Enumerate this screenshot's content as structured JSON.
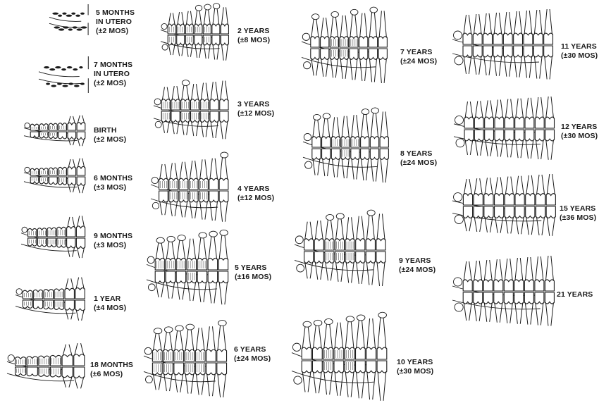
{
  "stages": [
    {
      "id": "5m-utero",
      "lines": [
        "5 MONTHS",
        "IN UTERO",
        "(±2 MOS)"
      ],
      "kind": "utero"
    },
    {
      "id": "7m-utero",
      "lines": [
        "7 MONTHS",
        "IN UTERO",
        "(±2 MOS)"
      ],
      "kind": "utero"
    },
    {
      "id": "birth",
      "lines": [
        "BIRTH",
        "(±2 MOS)"
      ],
      "kind": "infant"
    },
    {
      "id": "6m",
      "lines": [
        "6 MONTHS",
        "(±3 MOS)"
      ],
      "kind": "infant"
    },
    {
      "id": "9m",
      "lines": [
        "9 MONTHS",
        "(±3 MOS)"
      ],
      "kind": "infant"
    },
    {
      "id": "1y",
      "lines": [
        "1 YEAR",
        "(±4 MOS)"
      ],
      "kind": "infant"
    },
    {
      "id": "18m",
      "lines": [
        "18 MONTHS",
        "(±6 MOS)"
      ],
      "kind": "infant"
    },
    {
      "id": "2y",
      "lines": [
        "2 YEARS",
        "(±8 MOS)"
      ],
      "kind": "child"
    },
    {
      "id": "3y",
      "lines": [
        "3 YEARS",
        "(±12 MOS)"
      ],
      "kind": "child"
    },
    {
      "id": "4y",
      "lines": [
        "4 YEARS",
        "(±12 MOS)"
      ],
      "kind": "child"
    },
    {
      "id": "5y",
      "lines": [
        "5 YEARS",
        "(±16 MOS)"
      ],
      "kind": "child"
    },
    {
      "id": "6y",
      "lines": [
        "6 YEARS",
        "(±24 MOS)"
      ],
      "kind": "child"
    },
    {
      "id": "7y",
      "lines": [
        "7 YEARS",
        "(±24 MOS)"
      ],
      "kind": "mixed"
    },
    {
      "id": "8y",
      "lines": [
        "8 YEARS",
        "(±24 MOS)"
      ],
      "kind": "mixed"
    },
    {
      "id": "9y",
      "lines": [
        "9 YEARS",
        "(±24 MOS)"
      ],
      "kind": "mixed"
    },
    {
      "id": "10y",
      "lines": [
        "10 YEARS",
        "(±30 MOS)"
      ],
      "kind": "mixed"
    },
    {
      "id": "11y",
      "lines": [
        "11 YEARS",
        "(±30 MOS)"
      ],
      "kind": "adult"
    },
    {
      "id": "12y",
      "lines": [
        "12 YEARS",
        "(±30 MOS)"
      ],
      "kind": "adult"
    },
    {
      "id": "15y",
      "lines": [
        "15 YEARS",
        "(±36 MOS)"
      ],
      "kind": "adult"
    },
    {
      "id": "21y",
      "lines": [
        "21 YEARS"
      ],
      "kind": "adult"
    }
  ],
  "colors": {
    "ink": "#1a1a1a",
    "paper": "#ffffff",
    "shade": "#8a8a8a"
  }
}
